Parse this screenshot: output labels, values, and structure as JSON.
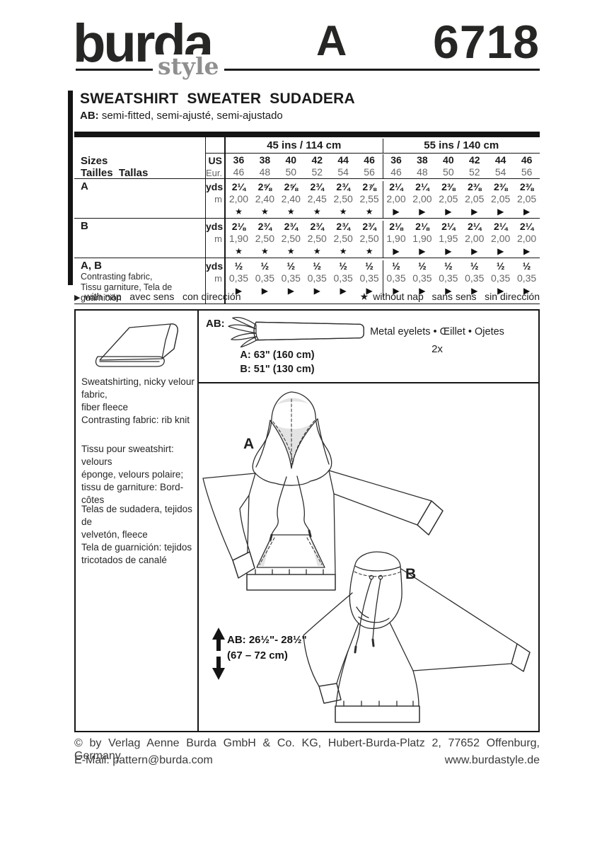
{
  "header": {
    "brand": "burda",
    "brand_sub": "style",
    "view": "A",
    "number": "6718"
  },
  "title": {
    "main": "SWEATSHIRT  SWEATER  SUDADERA",
    "fit_bold": "AB:",
    "fit": " semi-fitted, semi-ajusté, semi-ajustado"
  },
  "table": {
    "group_headers": [
      "45 ins / 114 cm",
      "55 ins / 140 cm"
    ],
    "sizes_row": {
      "label1": "Sizes",
      "label2": "Tailles  Tallas",
      "unit_top": "US",
      "unit_bottom": "Eur.",
      "us": [
        "36",
        "38",
        "40",
        "42",
        "44",
        "46",
        "36",
        "38",
        "40",
        "42",
        "44",
        "46"
      ],
      "eur": [
        "46",
        "48",
        "50",
        "52",
        "54",
        "56",
        "46",
        "48",
        "50",
        "52",
        "54",
        "56"
      ]
    },
    "rows": [
      {
        "label": "A",
        "sub1": "",
        "sub2": "",
        "unit_top": "yds",
        "unit_bottom": "m",
        "yds": [
          "2¼",
          "2⅝",
          "2⅝",
          "2¾",
          "2¾",
          "2⅞",
          "2¼",
          "2¼",
          "2⅜",
          "2⅜",
          "2⅜",
          "2⅜"
        ],
        "m": [
          "2,00",
          "2,40",
          "2,40",
          "2,45",
          "2,50",
          "2,55",
          "2,00",
          "2,00",
          "2,05",
          "2,05",
          "2,05",
          "2,05"
        ],
        "sym": [
          "★",
          "★",
          "★",
          "★",
          "★",
          "★",
          "▶",
          "▶",
          "▶",
          "▶",
          "▶",
          "▶"
        ]
      },
      {
        "label": "B",
        "sub1": "",
        "sub2": "",
        "unit_top": "yds",
        "unit_bottom": "m",
        "yds": [
          "2⅛",
          "2¾",
          "2¾",
          "2¾",
          "2¾",
          "2¾",
          "2⅛",
          "2⅛",
          "2¼",
          "2¼",
          "2¼",
          "2¼"
        ],
        "m": [
          "1,90",
          "2,50",
          "2,50",
          "2,50",
          "2,50",
          "2,50",
          "1,90",
          "1,90",
          "1,95",
          "2,00",
          "2,00",
          "2,00"
        ],
        "sym": [
          "★",
          "★",
          "★",
          "★",
          "★",
          "★",
          "▶",
          "▶",
          "▶",
          "▶",
          "▶",
          "▶"
        ]
      },
      {
        "label": "A, B",
        "sub1": "Contrasting fabric,",
        "sub2": "Tissu garniture, Tela de guarnición",
        "unit_top": "yds",
        "unit_bottom": "m",
        "yds": [
          "½",
          "½",
          "½",
          "½",
          "½",
          "½",
          "½",
          "½",
          "½",
          "½",
          "½",
          "½"
        ],
        "m": [
          "0,35",
          "0,35",
          "0,35",
          "0,35",
          "0,35",
          "0,35",
          "0,35",
          "0,35",
          "0,35",
          "0,35",
          "0,35",
          "0,35"
        ],
        "sym": [
          "▶",
          "▶",
          "▶",
          "▶",
          "▶",
          "▶",
          "▶",
          "▶",
          "▶",
          "▶",
          "▶",
          "▶"
        ]
      }
    ],
    "legend_with_symbol": "▶",
    "legend_with": "with nap   avec sens   con dirección",
    "legend_without_symbol": "★",
    "legend_without": "without nap   sans sens   sin dirección"
  },
  "materials": {
    "en": "Sweatshirting, nicky velour fabric,\nfiber fleece\nContrasting fabric: rib knit",
    "fr": "Tissu pour sweatshirt: velours\néponge, velours polaire;\ntissu de garniture: Bord-côtes",
    "es": "Telas de sudadera, tejidos de\nvelvetón, fleece\nTela de guarnición: tejidos\ntricotados de canalé"
  },
  "notions": {
    "cord_label": "AB:",
    "length_a": "A: 63\" (160 cm)",
    "length_b": "B: 51\" (130 cm)",
    "eyelets": "Metal eyelets • Œillet • Ojetes",
    "eyelets_qty": "2x"
  },
  "garments": {
    "label_a": "A",
    "label_b": "B",
    "length_line1": "AB: 26½\"- 28½\"",
    "length_line2": "(67 – 72 cm)"
  },
  "footer": {
    "copyright": "© by Verlag Aenne Burda GmbH & Co. KG, Hubert-Burda-Platz 2, 77652 Offenburg, Germany",
    "email": "E-Mail: pattern@burda.com",
    "website": "www.burdastyle.de"
  }
}
